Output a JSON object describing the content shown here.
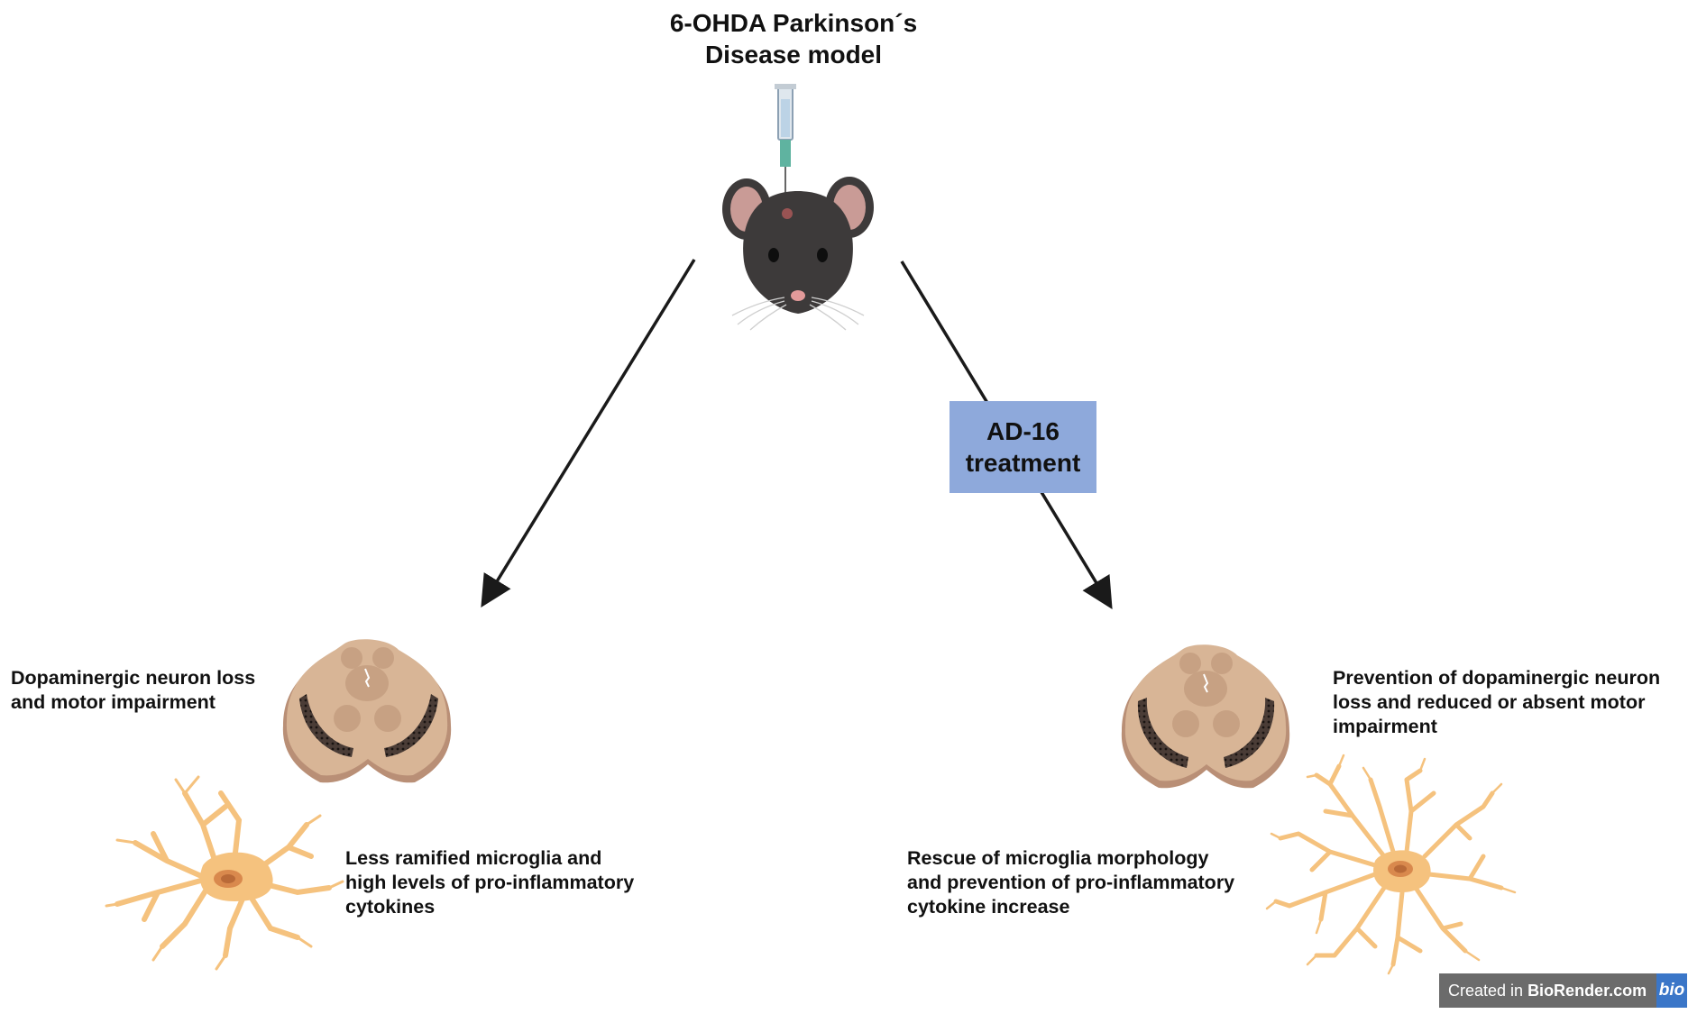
{
  "title": {
    "line1": "6-OHDA Parkinson´s",
    "line2": "Disease model"
  },
  "treatment": {
    "line1": "AD-16",
    "line2": "treatment"
  },
  "left": {
    "neuron_text": [
      "Dopaminergic neuron loss",
      "and motor impairment"
    ],
    "microglia_text": [
      "Less ramified microglia and",
      "high levels of pro-inflammatory",
      "cytokines"
    ]
  },
  "right": {
    "neuron_text": [
      "Prevention of dopaminergic neuron",
      "loss and reduced or absent motor",
      "impairment"
    ],
    "microglia_text": [
      "Rescue of microglia morphology",
      "and prevention of pro-inflammatory",
      "cytokine increase"
    ]
  },
  "badge": {
    "prefix": "Created in",
    "brand": "BioRender.com",
    "logo": "bio"
  },
  "colors": {
    "treatment_box": "#8ea9db",
    "microglia": "#f5c27e",
    "microglia_nucleus": "#d9894d",
    "brain_section": "#d8b596",
    "mouse_fur": "#3d3a3a",
    "mouse_ear": "#c99b96",
    "badge_bg": "#6b6b6b",
    "badge_logo": "#3a76c8"
  },
  "icons": [
    "syringe-icon",
    "mouse-icon",
    "brain-section-icon",
    "microglia-icon",
    "arrow-icon"
  ]
}
